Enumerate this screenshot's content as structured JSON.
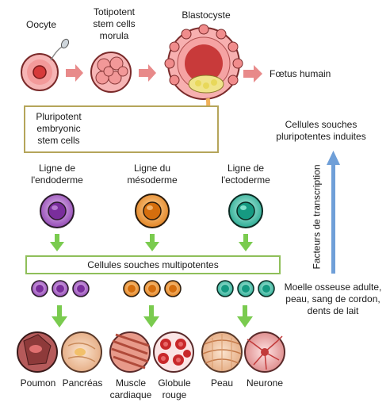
{
  "top_row": {
    "oocyte": "Oocyte",
    "morula": "Totipotent\nstem cells\nmorula",
    "blastocyst": "Blastocyste",
    "fetus": "Fœtus humain"
  },
  "pluripotent_box": "Pluripotent\nembryonic\nstem cells",
  "lineages": {
    "endoderm": "Ligne de\nl'endoderme",
    "mesoderm": "Ligne du\nmésoderme",
    "ectoderm": "Ligne de\nl'ectoderme"
  },
  "multipotent_box": "Cellules souches multipotentes",
  "adult_sources": "Moelle osseuse adulte,\npeau, sang de cordon,\ndents de lait",
  "ipsc": {
    "title": "Cellules souches\npluripotentes induites",
    "arrow_label": "Facteurs de transcription"
  },
  "tissues": {
    "poumon": "Poumon",
    "pancreas": "Pancréas",
    "muscle": "Muscle\ncardiaque",
    "globule": "Globule\nrouge",
    "peau": "Peau",
    "neurone": "Neurone"
  },
  "colors": {
    "endoderm": "#a24bc2",
    "mesoderm": "#f0922a",
    "ectoderm": "#2bbfa6",
    "arrow_green": "#7acb4f",
    "arrow_pink": "#e88a8a",
    "arrow_blue": "#6f9fd8"
  }
}
